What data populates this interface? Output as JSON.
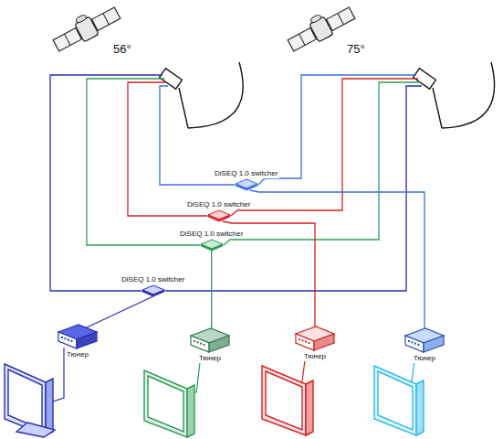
{
  "diagram": {
    "nodes": [
      {
        "text": [
          "DiSEQ 1.0 switcher"
        ]
      },
      {
        "text": [
          "DiSEQ 1.0 switcher"
        ]
      },
      {
        "text": [
          "DiSEQ 1.0 switcher"
        ]
      },
      {
        "text": [
          "DiSEQ 1.0 switcher"
        ]
      },
      {
        "text": [
          "Тюнер"
        ]
      },
      {
        "text": [
          "Тюнер"
        ]
      },
      {
        "text": [
          "Тюнер"
        ]
      },
      {
        "text": [
          "Тюнер"
        ]
      }
    ],
    "edges": [
      {
        "from": 3,
        "to": 4,
        "arrow": "none"
      },
      {
        "from": 2,
        "to": 5,
        "arrow": "none"
      },
      {
        "from": 1,
        "to": 6,
        "arrow": "none"
      },
      {
        "from": 0,
        "to": 7,
        "arrow": "none"
      }
    ],
    "labels": [
      "56°",
      "75°"
    ]
  }
}
